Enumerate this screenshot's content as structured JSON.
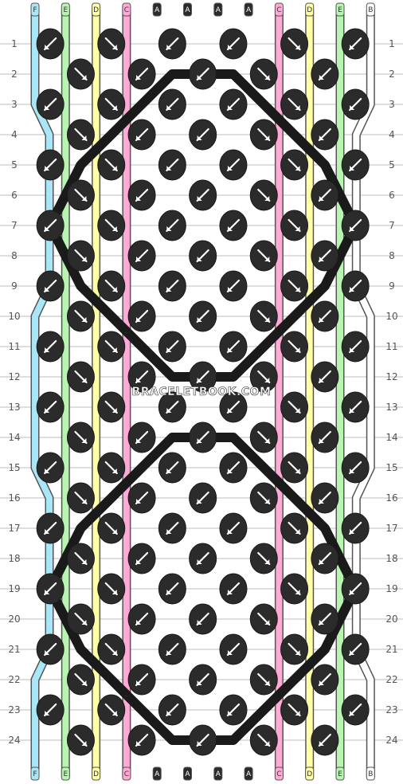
{
  "site_watermark": "BRACELETBOOK.COM",
  "rows_left": [
    "1",
    "2",
    "3",
    "4",
    "5",
    "6",
    "7",
    "8",
    "9",
    "10",
    "11",
    "12",
    "13",
    "14",
    "15",
    "16",
    "17",
    "18",
    "19",
    "20",
    "21",
    "22",
    "23",
    "24"
  ],
  "rows_right": [
    "1",
    "2",
    "3",
    "4",
    "5",
    "6",
    "7",
    "8",
    "9",
    "10",
    "11",
    "12",
    "13",
    "14",
    "15",
    "16",
    "17",
    "18",
    "19",
    "20",
    "21",
    "22",
    "23",
    "24"
  ],
  "top_strands": [
    "F",
    "E",
    "D",
    "C",
    "A",
    "A",
    "A",
    "A",
    "C",
    "D",
    "E",
    "B"
  ],
  "bottom_strands": [
    "F",
    "E",
    "D",
    "C",
    "A",
    "A",
    "A",
    "A",
    "C",
    "D",
    "E",
    "B"
  ],
  "colors": {
    "A": "#2b2b2b",
    "B": "#ffffff",
    "C": "#ffaad6",
    "D": "#ffffa6",
    "E": "#b8f5b0",
    "F": "#a9e6f7"
  },
  "knot_icon": "arrow-knot-icon"
}
